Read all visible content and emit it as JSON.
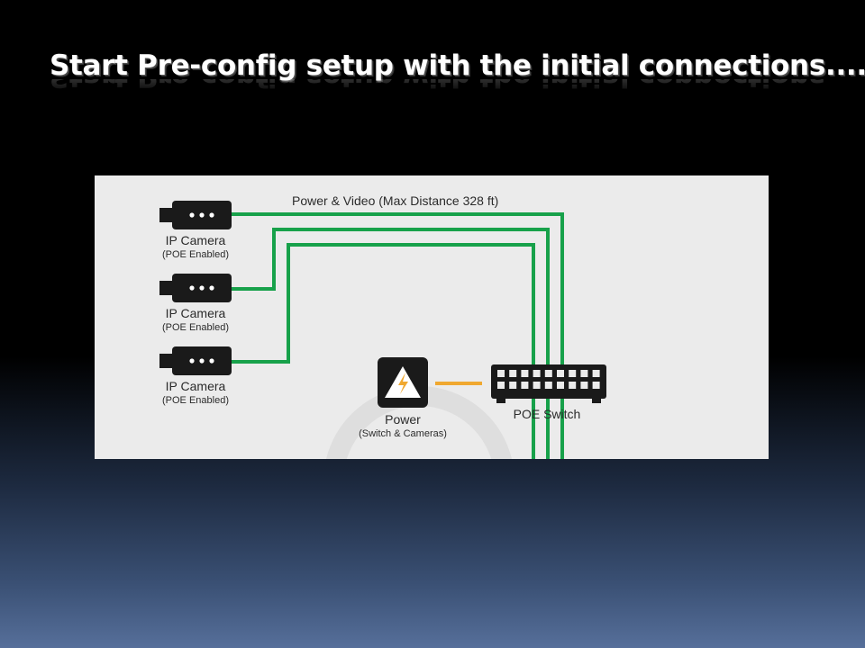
{
  "slide": {
    "title": "Start Pre-config setup with the initial connections...."
  },
  "diagram": {
    "link_label": "Power & Video (Max Distance 328 ft)",
    "cameras": [
      {
        "label": "IP Camera",
        "sublabel": "(POE Enabled)"
      },
      {
        "label": "IP Camera",
        "sublabel": "(POE Enabled)"
      },
      {
        "label": "IP Camera",
        "sublabel": "(POE Enabled)"
      }
    ],
    "power": {
      "label": "Power",
      "sublabel": "(Switch & Cameras)"
    },
    "switch": {
      "label": "POE Switch"
    },
    "colors": {
      "cable": "#17a14a",
      "power_cable": "#f0a830",
      "device": "#1a1a1a",
      "panel": "#ebebeb"
    }
  }
}
